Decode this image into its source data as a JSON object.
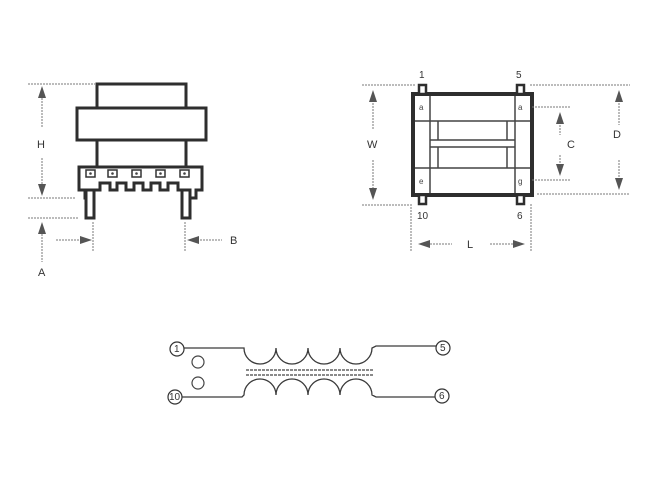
{
  "diagram": {
    "type": "transformer-dimension-drawing",
    "side_view": {
      "dimension_labels": {
        "height": "H",
        "standoff": "A",
        "pin_spacing": "B"
      },
      "pin_count_visible": 5
    },
    "top_view": {
      "dimension_labels": {
        "width": "W",
        "length": "L",
        "core_height": "C",
        "depth": "D"
      },
      "pin_labels": {
        "top_left": "1",
        "top_right": "5",
        "bottom_left": "10",
        "bottom_right": "6"
      }
    },
    "schematic": {
      "pins": {
        "primary_start": "1",
        "primary_end": "5",
        "secondary_start": "10",
        "secondary_end": "6"
      },
      "turns_per_winding": 4,
      "core": "double-line",
      "polarity_dots": 2
    }
  },
  "colors": {
    "line": "#2e2e2e",
    "dimension": "#7a7a7a",
    "background": "#ffffff"
  }
}
